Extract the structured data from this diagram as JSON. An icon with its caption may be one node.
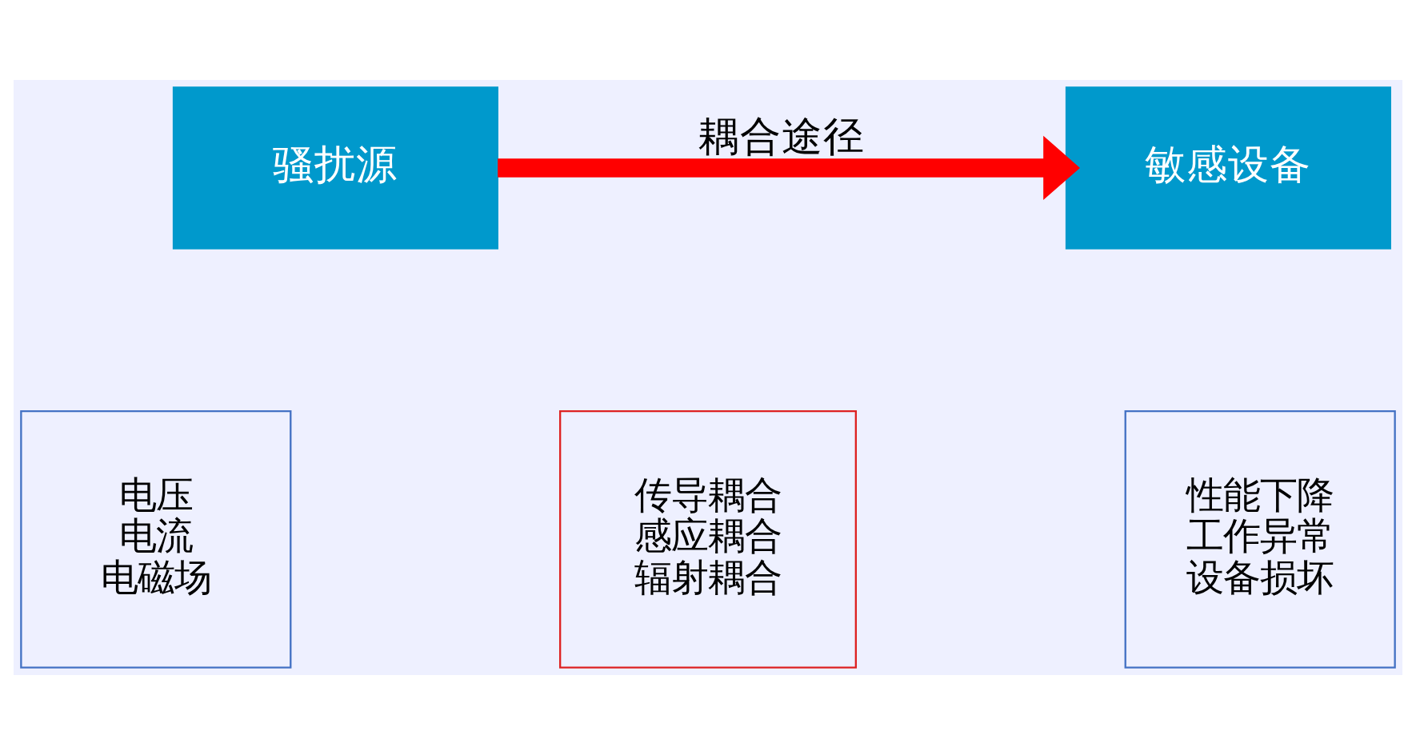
{
  "diagram": {
    "nodes": [
      {
        "text": [
          "骚扰源"
        ]
      },
      {
        "text": [
          "敏感设备"
        ]
      },
      {
        "text": [
          "电压",
          "电流",
          "电磁场"
        ]
      },
      {
        "text": [
          "传导耦合",
          "感应耦合",
          "辐射耦合"
        ]
      },
      {
        "text": [
          "性能下降",
          "工作异常",
          "设备损坏"
        ]
      }
    ],
    "edges": [
      {
        "from": 0,
        "to": 1,
        "arrow": "to",
        "label": "耦合途径",
        "color": "#ff0000"
      }
    ]
  }
}
